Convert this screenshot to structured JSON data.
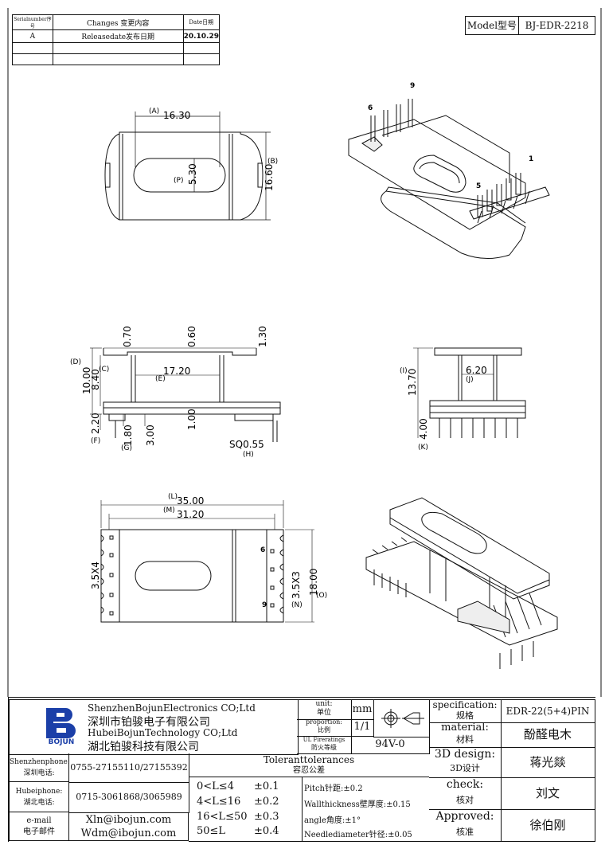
{
  "revision_table": {
    "headers": [
      "Serialnumber序号",
      "Changes 变更内容",
      "Date日期"
    ],
    "rows": [
      [
        "A",
        "Releasedate发布日期",
        "20.10.29"
      ],
      [
        "",
        "",
        ""
      ],
      [
        "",
        "",
        ""
      ]
    ]
  },
  "model": {
    "label": "Model型号",
    "value": "BJ-EDR-2218"
  },
  "views": {
    "top": {
      "dim_a_label": "(A)",
      "dim_a": "16.30",
      "dim_b_label": "(B)",
      "dim_b": "16.60",
      "dim_p_label": "(P)",
      "dim_p": "5.30"
    },
    "iso_top": {
      "pin_6": "6",
      "pin_9": "9",
      "pin_1": "1",
      "pin_5": "5"
    },
    "front": {
      "d_070": "0.70",
      "d_060": "0.60",
      "d_130": "1.30",
      "d_d": "(D)",
      "d_c": "(C)",
      "d_1000": "10.00",
      "d_840": "8.40",
      "d_e_val": "17.20",
      "d_e": "(E)",
      "d_220": "2.20",
      "d_f": "(F)",
      "d_180": "1.80",
      "d_g": "(G)",
      "d_300": "3.00",
      "d_100": "1.00",
      "d_sq": "SQ0.55",
      "d_h": "(H)"
    },
    "side": {
      "d_i": "(I)",
      "d_1370": "13.70",
      "d_620": "6.20",
      "d_j": "(J)",
      "d_400": "4.00",
      "d_k": "(K)"
    },
    "bottom": {
      "d_l": "(L)",
      "d_3500": "35.00",
      "d_m": "(M)",
      "d_3120": "31.20",
      "d_35x4": "3.5X4",
      "d_35x3": "3.5X3",
      "d_n": "(N)",
      "d_1800": "18.00",
      "d_o": "(O)",
      "pin_6": "6",
      "pin_9": "9"
    }
  },
  "title_block": {
    "company_en1": "ShenzhenBojunElectronics CO;Ltd",
    "company_cn1": "深圳市铂骏电子有限公司",
    "company_en2": "HubeiBojunTechnology CO;Ltd",
    "company_cn2": "湖北铂骏科技有限公司",
    "logo_text": "BOJUN",
    "unit_label_en": "unit:",
    "unit_label_cn": "单位",
    "unit_value": "mm",
    "proportion_en": "proportion:",
    "proportion_cn": "比例",
    "proportion_value": "1/1",
    "ul_en": "UL Fireratings",
    "ul_cn": "防火等级",
    "ul_value": "94V-0",
    "spec_en": "specification:",
    "spec_cn": "规格",
    "spec_value": "EDR-22(5+4)PIN",
    "material_en": "material:",
    "material_cn": "材料",
    "material_value": "酚醛电木",
    "design_en": "3D design:",
    "design_cn": "3D设计",
    "design_value": "蒋光燚",
    "check_en": "check:",
    "check_cn": "核对",
    "check_value": "刘文",
    "approved_en": "Approved:",
    "approved_cn": "核准",
    "approved_value": "徐伯刚",
    "sz_phone_en": "Shenzhenphone:",
    "sz_phone_cn": "深圳电话:",
    "sz_phone": "0755-27155110/27155392",
    "hb_phone_en": "Hubeiphone:",
    "hb_phone_cn": "湖北电话:",
    "hb_phone": "0715-3061868/3065989",
    "email_en": "e-mail",
    "email_cn": "电子邮件",
    "email1": "Xln@ibojun.com",
    "email2": "Wdm@ibojun.com",
    "tol_title_en": "Toleranttolerances",
    "tol_title_cn": "容忍公差",
    "tol_rows": [
      [
        "0<L≤4",
        "±0.1"
      ],
      [
        "4<L≤16",
        "±0.2"
      ],
      [
        "16<L≤50",
        "±0.3"
      ],
      [
        "50≤L",
        "±0.4"
      ]
    ],
    "tol_notes": [
      "Pitch针距:±0.2",
      "Wallthickness壁厚度:±0.15",
      "angle角度:±1°",
      "Needlediameter针径:±0.05"
    ]
  }
}
